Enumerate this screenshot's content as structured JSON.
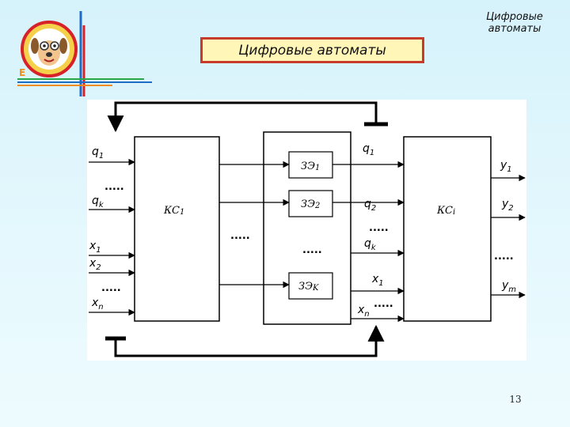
{
  "slide": {
    "header_corner": "Цифровые автоматы",
    "title": "Цифровые автоматы",
    "page_number": "13"
  },
  "colors": {
    "title_border": "#c83a2c",
    "title_fill": "#fff6b8",
    "background": "#d6f2fb",
    "logo_lines": [
      "#1f6cc7",
      "#f08c1e",
      "#d8222a",
      "#2aa84a"
    ]
  },
  "diagram": {
    "left_inputs": {
      "q1": {
        "main": "q",
        "sub": "1"
      },
      "qk": {
        "main": "q",
        "sub": "k"
      },
      "x1": {
        "main": "x",
        "sub": "1"
      },
      "x2": {
        "main": "x",
        "sub": "2"
      },
      "xn": {
        "main": "x",
        "sub": "n"
      }
    },
    "kc1": {
      "main": "КС",
      "sub": "1"
    },
    "memory": {
      "e1": {
        "main": "ЗЭ",
        "sub": "1"
      },
      "e2": {
        "main": "ЗЭ",
        "sub": "2"
      },
      "ek": {
        "main": "ЗЭ",
        "sub": "K"
      }
    },
    "mid_inputs": {
      "q1": {
        "main": "q",
        "sub": "1"
      },
      "q2": {
        "main": "q",
        "sub": "2"
      },
      "qk": {
        "main": "q",
        "sub": "k"
      },
      "x1": {
        "main": "x",
        "sub": "1"
      },
      "xn": {
        "main": "x",
        "sub": "n"
      }
    },
    "kc2": {
      "main": "КС",
      "sub": "i"
    },
    "outputs": {
      "y1": {
        "main": "y",
        "sub": "1"
      },
      "y2": {
        "main": "y",
        "sub": "2"
      },
      "ym": {
        "main": "y",
        "sub": "m"
      }
    },
    "ellipsis": "....."
  },
  "logo": {
    "icon": "dog-mascot-icon",
    "letter": "E"
  }
}
